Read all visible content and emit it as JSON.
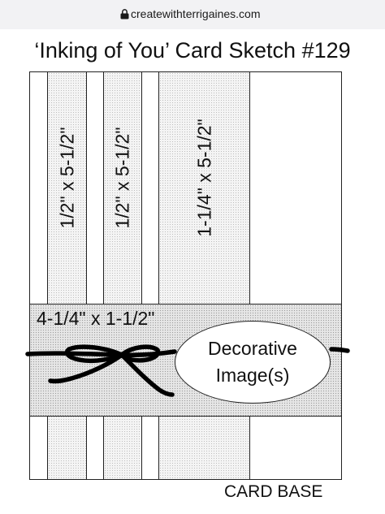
{
  "browser": {
    "url": "createwithterrigaines.com",
    "lock_icon": "lock-icon"
  },
  "sketch": {
    "title": "‘Inking of You’ Card Sketch #129",
    "strips": [
      {
        "label": "1/2\" x 5-1/2\""
      },
      {
        "label": "1/2\" x 5-1/2\""
      },
      {
        "label": "1-1/4\" x 5-1/2\""
      }
    ],
    "band_label": "4-1/4\" x 1-1/2\"",
    "image_label_line1": "Decorative",
    "image_label_line2": "Image(s)",
    "base_label": "CARD BASE"
  },
  "colors": {
    "outline": "#222222",
    "strip_fill": "#f4f4f4",
    "band_fill": "#e6e6e6",
    "ribbon": "#000000"
  }
}
